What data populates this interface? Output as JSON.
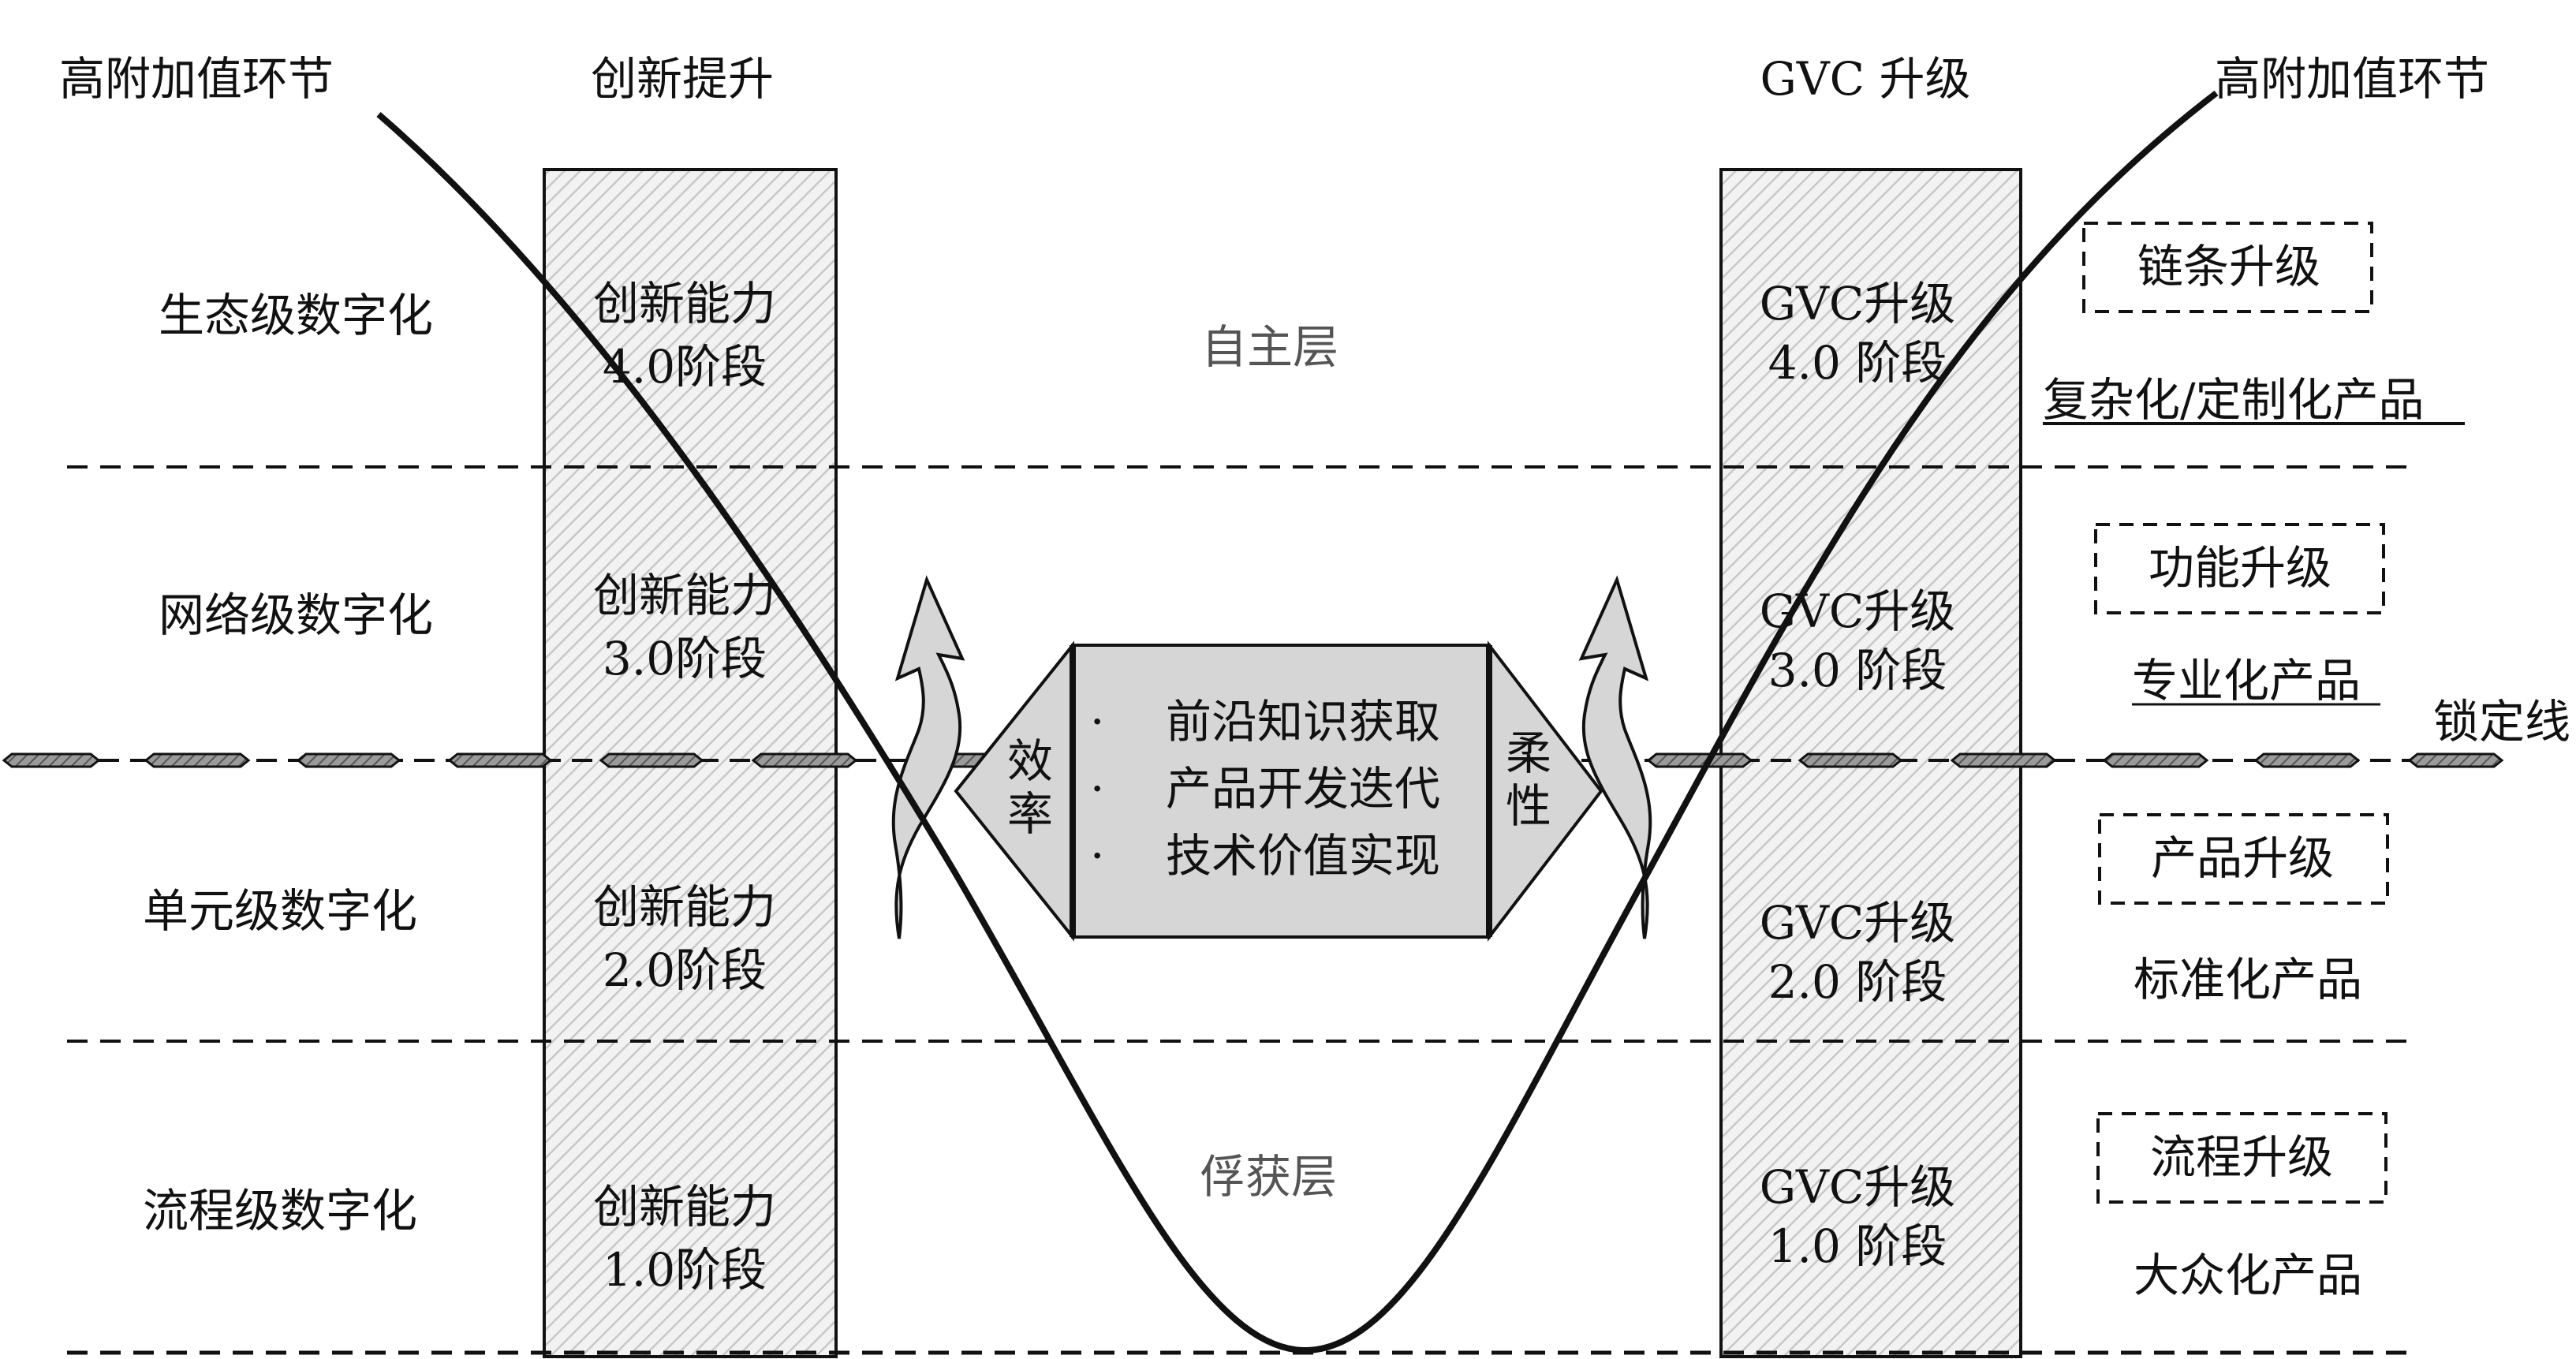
{
  "top": {
    "left_label": "高附加值环节",
    "innovation_header": "创新提升",
    "gvc_header": "GVC 升级",
    "right_label": "高附加值环节"
  },
  "digitization_levels": [
    "生态级数字化",
    "网络级数字化",
    "单元级数字化",
    "流程级数字化"
  ],
  "innovation_stages": [
    {
      "line1": "创新能力",
      "line2": "4.0阶段"
    },
    {
      "line1": "创新能力",
      "line2": "3.0阶段"
    },
    {
      "line1": "创新能力",
      "line2": "2.0阶段"
    },
    {
      "line1": "创新能力",
      "line2": "1.0阶段"
    }
  ],
  "gvc_stages": [
    {
      "line1": "GVC升级",
      "line2": "4.0 阶段"
    },
    {
      "line1": "GVC升级",
      "line2": "3.0 阶段"
    },
    {
      "line1": "GVC升级",
      "line2": "2.0 阶段"
    },
    {
      "line1": "GVC升级",
      "line2": "1.0 阶段"
    }
  ],
  "layers": {
    "autonomous": "自主层",
    "captured": "俘获层"
  },
  "lock_line_label": "锁定线",
  "center": {
    "items": [
      "前沿知识获取",
      "产品开发迭代",
      "技术价值实现"
    ],
    "bullet": "·",
    "left_arrow": [
      "效",
      "率"
    ],
    "right_arrow": [
      "柔",
      "性"
    ]
  },
  "upgrades": [
    {
      "type": "链条升级",
      "product": "复杂化/定制化产品"
    },
    {
      "type": "功能升级",
      "product": "专业化产品"
    },
    {
      "type": "产品升级",
      "product": "标准化产品"
    },
    {
      "type": "流程升级",
      "product": "大众化产品"
    }
  ],
  "colors": {
    "ink": "#111111",
    "panel_fill": "#d6d6d6",
    "hatch": "#c8c8c8",
    "lock_line_fill": "#888888",
    "layer_text": "#555555"
  }
}
